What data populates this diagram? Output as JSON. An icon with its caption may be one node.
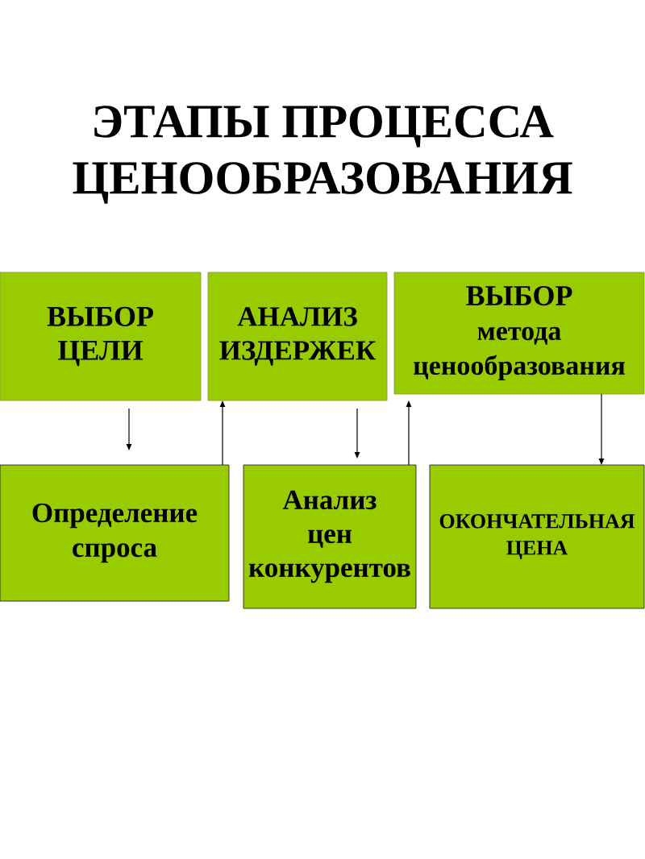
{
  "diagram": {
    "title": "ЭТАПЫ ПРОЦЕССА ЦЕНООБРАЗОВАНИЯ",
    "nodes": [
      {
        "text": [
          "ВЫБОР ЦЕЛИ"
        ]
      },
      {
        "text": [
          "АНАЛИЗ ИЗДЕРЖЕК"
        ]
      },
      {
        "text": [
          "ВЫБОР",
          "метода ценообразования"
        ]
      },
      {
        "text": [
          "Определение спроса"
        ]
      },
      {
        "text": [
          "Анализ цен конкурентов"
        ]
      },
      {
        "text": [
          "ОКОНЧАТЕЛЬНАЯ ЦЕНА"
        ]
      }
    ],
    "edges": [
      {
        "from": 0,
        "to": 3,
        "arrow": "to"
      },
      {
        "from": 3,
        "to": 1,
        "arrow": "to"
      },
      {
        "from": 1,
        "to": 4,
        "arrow": "to"
      },
      {
        "from": 4,
        "to": 2,
        "arrow": "to"
      },
      {
        "from": 2,
        "to": 5,
        "arrow": "to"
      }
    ]
  }
}
